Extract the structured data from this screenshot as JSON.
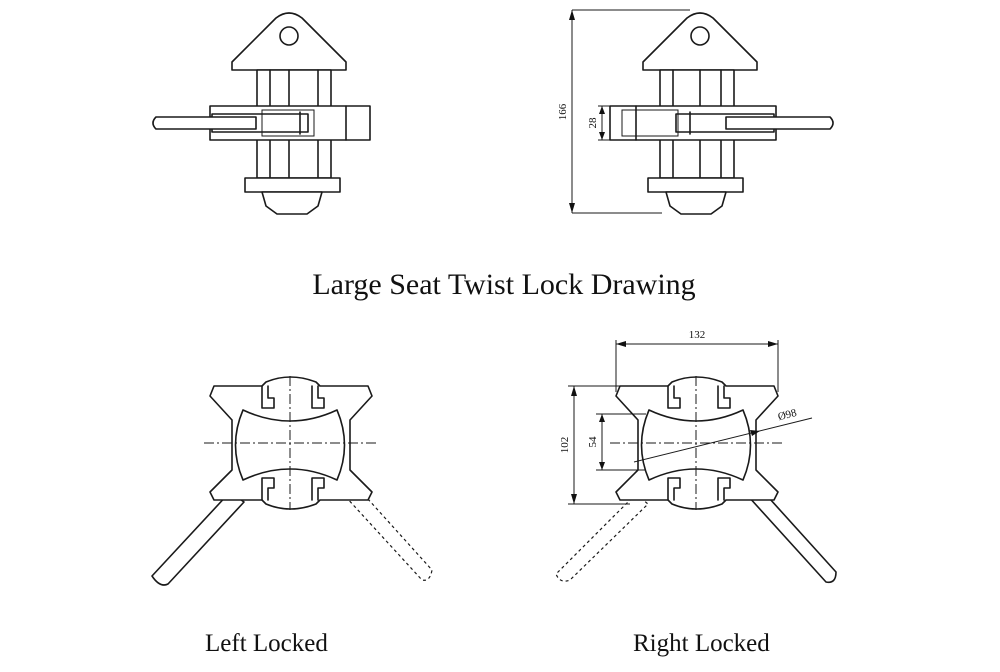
{
  "title": "Large Seat Twist Lock Drawing",
  "captions": {
    "left": "Left Locked",
    "right": "Right Locked"
  },
  "dimensions": {
    "height_total": "166",
    "handle_height": "28",
    "width_top": "132",
    "height_body": "102",
    "height_inner": "54",
    "diameter": "Ø98"
  }
}
